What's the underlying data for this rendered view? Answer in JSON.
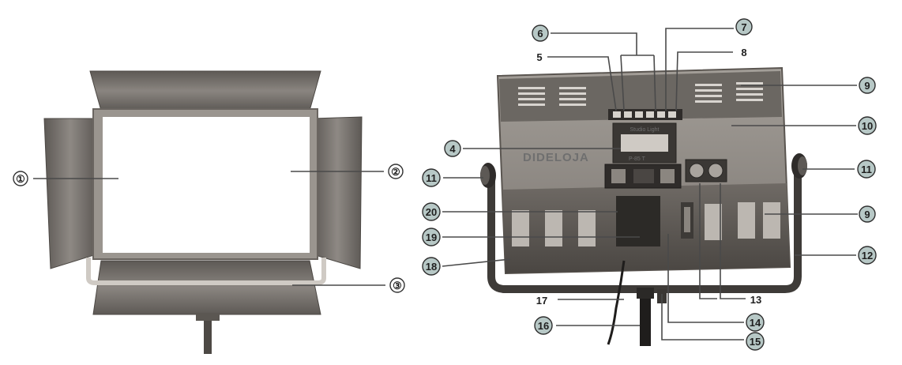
{
  "front_view": {
    "callouts": [
      {
        "num": "①",
        "style": "plain"
      },
      {
        "num": "②",
        "style": "plain"
      },
      {
        "num": "③",
        "style": "plain"
      }
    ]
  },
  "rear_view": {
    "brand_text": "DIDELOJA",
    "display_header": "Studio Light",
    "display_model": "P-85 T",
    "callouts": [
      {
        "num": "4",
        "style": "filled"
      },
      {
        "num": "5",
        "style": "plain"
      },
      {
        "num": "6",
        "style": "filled"
      },
      {
        "num": "7",
        "style": "filled"
      },
      {
        "num": "8",
        "style": "plain"
      },
      {
        "num": "9",
        "style": "filled"
      },
      {
        "num": "10",
        "style": "filled"
      },
      {
        "num": "11",
        "style": "filled"
      },
      {
        "num": "11",
        "style": "filled"
      },
      {
        "num": "9",
        "style": "filled"
      },
      {
        "num": "20",
        "style": "filled"
      },
      {
        "num": "19",
        "style": "filled"
      },
      {
        "num": "18",
        "style": "filled"
      },
      {
        "num": "12",
        "style": "filled"
      },
      {
        "num": "17",
        "style": "plain"
      },
      {
        "num": "16",
        "style": "filled"
      },
      {
        "num": "13",
        "style": "plain"
      },
      {
        "num": "14",
        "style": "filled"
      },
      {
        "num": "15",
        "style": "filled"
      }
    ]
  },
  "colors": {
    "barn_door": "#6e6a66",
    "panel_body": "#8f8a84",
    "panel_dark": "#4f4b47",
    "vent": "#d8d4cf",
    "callout_fill": "#b7c8c6"
  }
}
